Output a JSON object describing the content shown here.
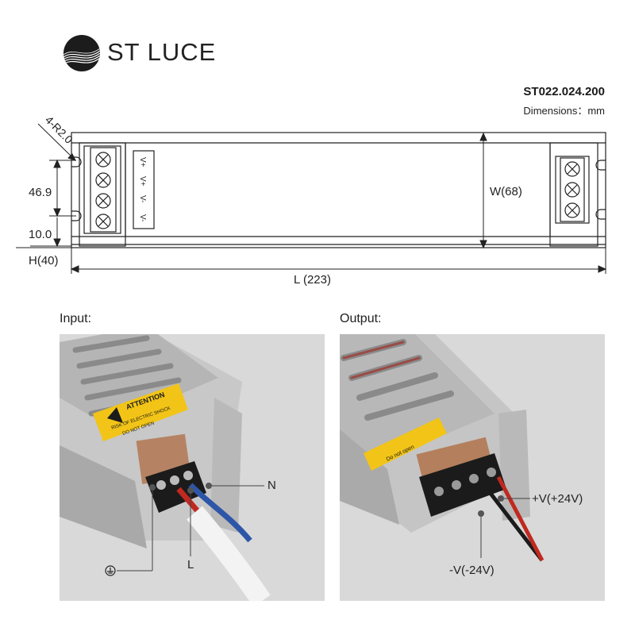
{
  "brand": {
    "name": "ST LUCE"
  },
  "product": {
    "model": "ST022.024.200",
    "units": "Dimensions：mm"
  },
  "drawing": {
    "corner_radius": "4-R2.0",
    "dim_hole_spacing": "46.9",
    "dim_hole_offset": "10.0",
    "dim_height": "H(40)",
    "dim_width": "W(68)",
    "dim_length": "L (223)",
    "terminals": [
      "V+",
      "V+",
      "V-",
      "V-"
    ]
  },
  "input": {
    "title": "Input:",
    "label_n": "N",
    "label_l": "L",
    "ground_icon": "ground-icon",
    "sticker_lines": [
      "ATTENTION",
      "RISK OF ELECTRIC SHOCK",
      "DO NOT OPEN"
    ]
  },
  "output": {
    "title": "Output:",
    "label_plus": "+V(+24V)",
    "label_minus": "-V(-24V)",
    "sticker_text": "Do not open"
  },
  "colors": {
    "photo_bg": "#d9d9d9",
    "sticker": "#f2c417",
    "wire_red": "#c0291f",
    "wire_blue": "#2d56a8",
    "terminal": "#1b1b1b"
  }
}
